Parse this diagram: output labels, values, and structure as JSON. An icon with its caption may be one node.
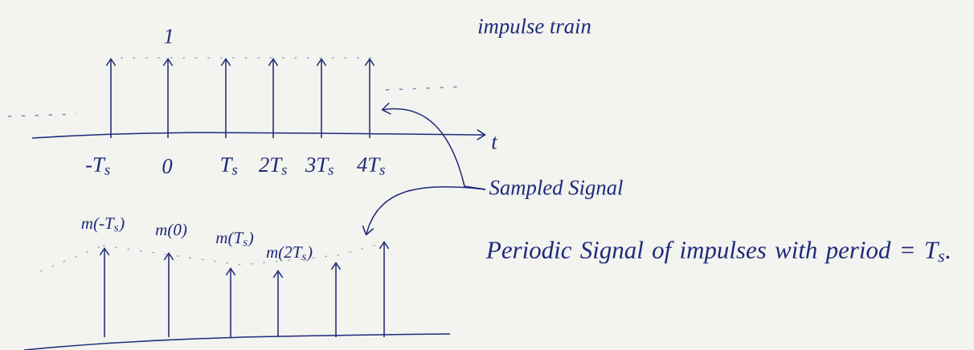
{
  "diagram": {
    "nodes": [
      {
        "text": [],
        "shape": "picture"
      },
      {
        "text": [
          "Sampled Signal"
        ]
      },
      {
        "text": [],
        "shape": "picture"
      }
    ],
    "edges": [
      {
        "from": 1,
        "to": 0,
        "arrow": "to"
      },
      {
        "from": 1,
        "to": 2,
        "arrow": "to"
      }
    ],
    "labels": [
      "1",
      "impulse train",
      "t",
      "-T$_{s}$",
      "0",
      "T$_{s}$",
      "2T$_{s}$",
      "3T$_{s}$",
      "4T$_{s}$",
      "m(-T$_{s}$)",
      "m(0)",
      "m(T$_{s}$)",
      "m(2T$_{s}$)",
      "Periodic Signal of impulses with period = T$_{s}$."
    ]
  }
}
